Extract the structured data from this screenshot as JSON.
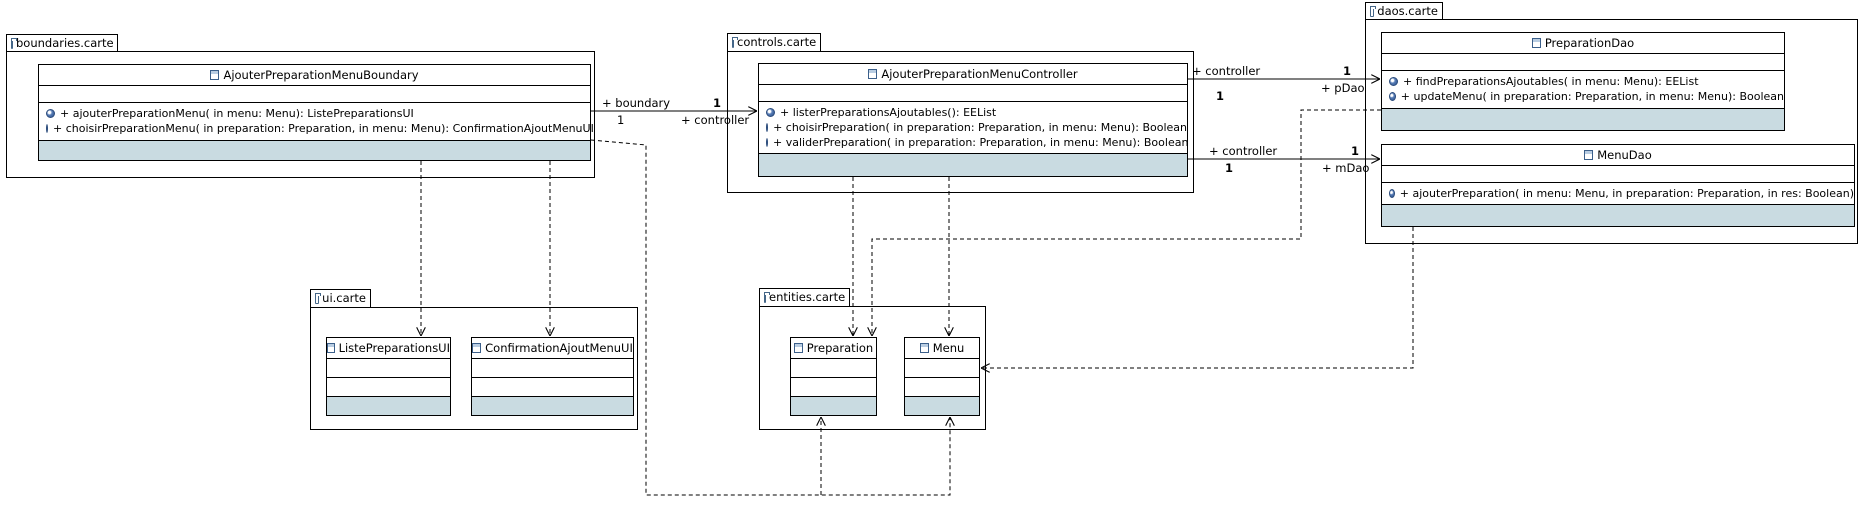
{
  "packages": {
    "boundaries": "boundaries.carte",
    "controls": "controls.carte",
    "daos": "daos.carte",
    "ui": "ui.carte",
    "entities": "entities.carte"
  },
  "classes": {
    "boundary": {
      "name": "AjouterPreparationMenuBoundary",
      "operations": [
        "+ ajouterPreparationMenu(  in menu: Menu): ListePreparationsUI",
        "+ choisirPreparationMenu(  in preparation: Preparation,   in menu: Menu): ConfirmationAjoutMenuUI"
      ]
    },
    "controller": {
      "name": "AjouterPreparationMenuController",
      "operations": [
        "+ listerPreparationsAjoutables(): EEList",
        "+ choisirPreparation(  in preparation: Preparation,   in menu: Menu): Boolean",
        "+ validerPreparation(  in preparation: Preparation,   in menu: Menu): Boolean"
      ]
    },
    "preparationDao": {
      "name": "PreparationDao",
      "operations": [
        "+ findPreparationsAjoutables(  in menu: Menu): EEList",
        "+ updateMenu(  in preparation: Preparation,   in menu: Menu): Boolean"
      ]
    },
    "menuDao": {
      "name": "MenuDao",
      "operations": [
        "+ ajouterPreparation(  in menu: Menu,   in preparation: Preparation,   in res: Boolean)"
      ]
    },
    "listeUI": {
      "name": "ListePreparationsUI"
    },
    "confirmUI": {
      "name": "ConfirmationAjoutMenuUI"
    },
    "preparation": {
      "name": "Preparation"
    },
    "menu": {
      "name": "Menu"
    }
  },
  "associations": {
    "boundary_controller": {
      "end_a_role": "+ boundary",
      "end_a_mult": "1",
      "end_b_role": "+ controller",
      "end_b_mult": "1"
    },
    "controller_pdao": {
      "end_a_role": "+ controller",
      "end_a_mult": "1",
      "end_b_role": "+ pDao",
      "end_b_mult": "1"
    },
    "controller_mdao": {
      "end_a_role": "+ controller",
      "end_a_mult": "1",
      "end_b_role": "+ mDao",
      "end_b_mult": "1"
    }
  },
  "colors": {
    "line": "#000000",
    "compartment_fill": "#c9dbe1",
    "icon_blue": "#3b5f8a"
  }
}
